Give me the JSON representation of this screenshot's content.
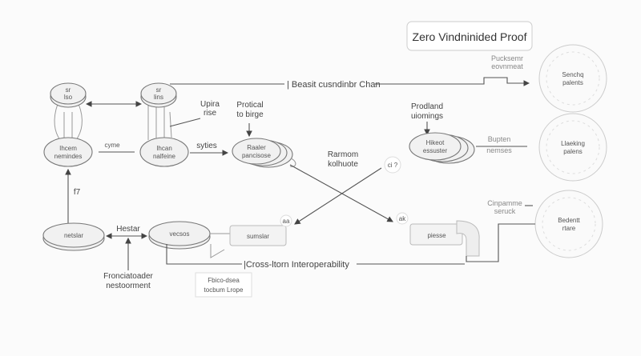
{
  "title": "Zero Vindninided Proof",
  "top_chain_label": "| Beasit cusndinbr Chan",
  "cross_label": "|Cross-ltorn Interoperability",
  "nodes": {
    "disc_a": [
      "sr",
      "lso"
    ],
    "disc_b": [
      "sr",
      "lins"
    ],
    "ell_a": [
      "Ihcem",
      "nemindes"
    ],
    "ell_b": [
      "Ihcan",
      "nalfeine"
    ],
    "ell_c": [
      "Raaler",
      "pancisose"
    ],
    "ell_d": [
      "Hikeot",
      "essuster"
    ],
    "netslar": "netslar",
    "vecsos": "vecsos",
    "sumslar": "sumslar",
    "piesse": "piesse",
    "circ_1": [
      "Senchq",
      "palents"
    ],
    "circ_2": [
      "Llaeking",
      "palens"
    ],
    "circ_3": [
      "Bedentt",
      "rtare"
    ],
    "small_q": "ci ?",
    "small_aa": "aa",
    "small_ak": "ak"
  },
  "labels": {
    "upira": [
      "Upira",
      "rise"
    ],
    "protical": [
      "Protical",
      "to birge"
    ],
    "cyme": "cyme",
    "syties": "syties",
    "prodland": [
      "Prodland",
      "uiomings"
    ],
    "bupten": [
      "Bupten",
      "nemses"
    ],
    "pucksemr": [
      "Pucksemr",
      "eovnmeat"
    ],
    "rarmom": [
      "Rarmom",
      "kolhuote"
    ],
    "f7": "f7",
    "hestar": "Hestar",
    "fronciatoader": [
      "Fronciatoader",
      "nestoorment"
    ],
    "cinpamme": [
      "Cinpamme",
      "seruck"
    ],
    "fbico": [
      "Fbico-dsea",
      "tocbum Lrope"
    ]
  }
}
